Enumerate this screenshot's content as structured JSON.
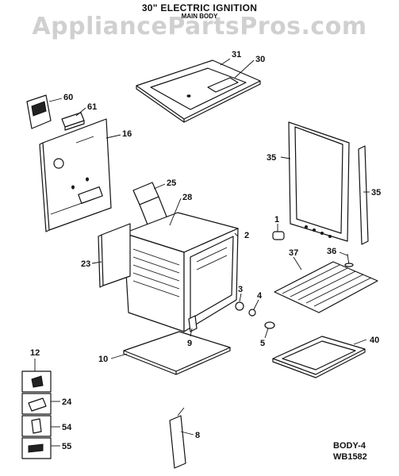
{
  "header": {
    "title": "30\" ELECTRIC IGNITION",
    "subtitle": "MAIN BODY",
    "watermark": "AppliancePartsPros.com"
  },
  "footer": {
    "code_body": "BODY-4",
    "code_ref": "WB1582"
  },
  "parts": {
    "p1": "1",
    "p2": "2",
    "p3": "3",
    "p4": "4",
    "p5": "5",
    "p8": "8",
    "p9": "9",
    "p10": "10",
    "p12": "12",
    "p16": "16",
    "p23": "23",
    "p24": "24",
    "p25": "25",
    "p28": "28",
    "p30": "30",
    "p31": "31",
    "p35a": "35",
    "p35b": "35",
    "p36": "36",
    "p37": "37",
    "p40": "40",
    "p54": "54",
    "p55": "55",
    "p60": "60",
    "p61": "61"
  }
}
